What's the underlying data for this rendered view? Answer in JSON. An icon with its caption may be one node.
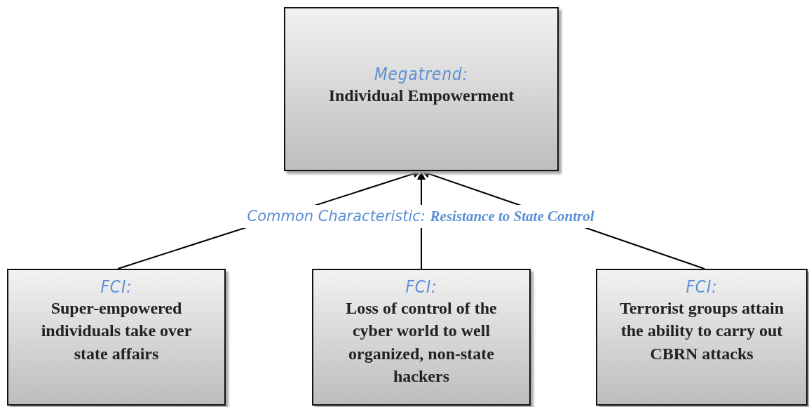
{
  "diagram": {
    "nodes": [
      {
        "text": [
          "Megatrend:",
          "Individual Empowerment"
        ]
      },
      {
        "text": [
          "FCI:",
          "Super-empowered individuals take over state affairs"
        ]
      },
      {
        "text": [
          "FCI:",
          "Loss of control of the cyber world to well organized, non-state hackers"
        ]
      },
      {
        "text": [
          "FCI:",
          "Terrorist groups attain the ability to carry out CBRN attacks"
        ]
      }
    ],
    "edges": [
      {
        "from": 1,
        "to": 0,
        "arrow": "to"
      },
      {
        "from": 2,
        "to": 0,
        "arrow": "to"
      },
      {
        "from": 3,
        "to": 0,
        "arrow": "to"
      }
    ],
    "labels": [
      "Common Characteristic: **Resistance to State Control**"
    ]
  }
}
